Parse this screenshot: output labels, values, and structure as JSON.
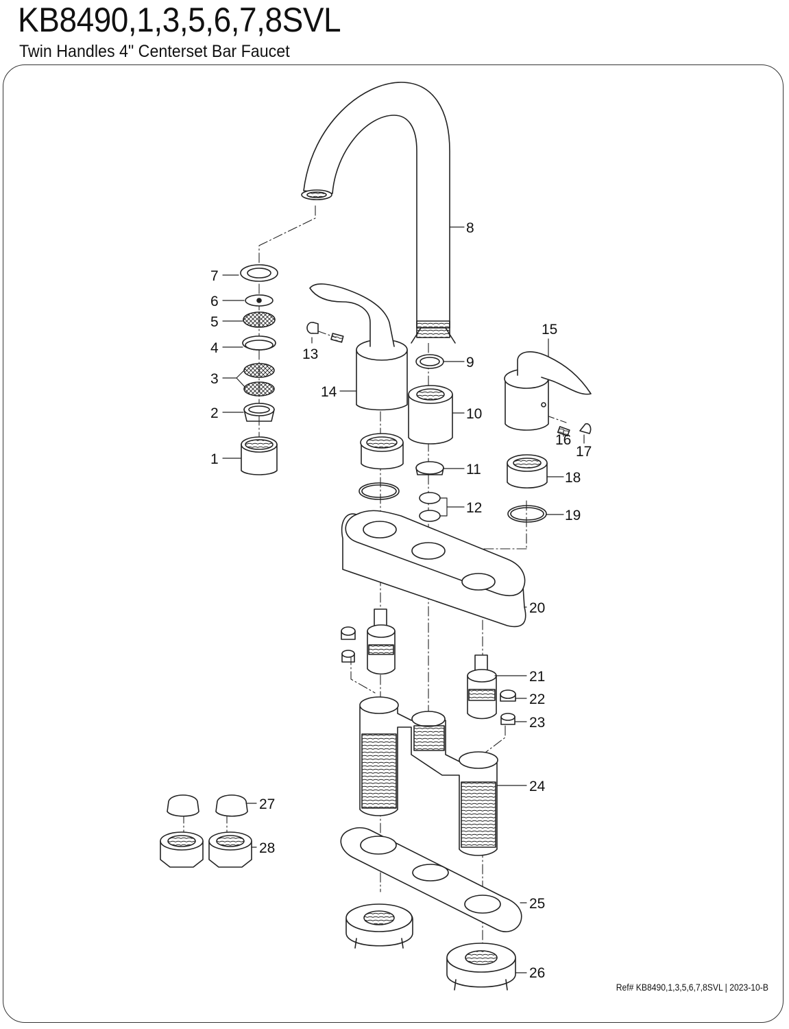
{
  "header": {
    "title": "KB8490,1,3,5,6,7,8SVL",
    "subtitle": "Twin Handles 4\" Centerset Bar Faucet"
  },
  "footer": {
    "reference": "Ref# KB8490,1,3,5,6,7,8SVL | 2023-10-B"
  },
  "parts": [
    {
      "number": "1"
    },
    {
      "number": "2"
    },
    {
      "number": "3"
    },
    {
      "number": "4"
    },
    {
      "number": "5"
    },
    {
      "number": "6"
    },
    {
      "number": "7"
    },
    {
      "number": "8"
    },
    {
      "number": "9"
    },
    {
      "number": "10"
    },
    {
      "number": "11"
    },
    {
      "number": "12"
    },
    {
      "number": "13"
    },
    {
      "number": "14"
    },
    {
      "number": "15"
    },
    {
      "number": "16"
    },
    {
      "number": "17"
    },
    {
      "number": "18"
    },
    {
      "number": "19"
    },
    {
      "number": "20"
    },
    {
      "number": "21"
    },
    {
      "number": "22"
    },
    {
      "number": "23"
    },
    {
      "number": "24"
    },
    {
      "number": "25"
    },
    {
      "number": "26"
    },
    {
      "number": "27"
    },
    {
      "number": "28"
    }
  ]
}
